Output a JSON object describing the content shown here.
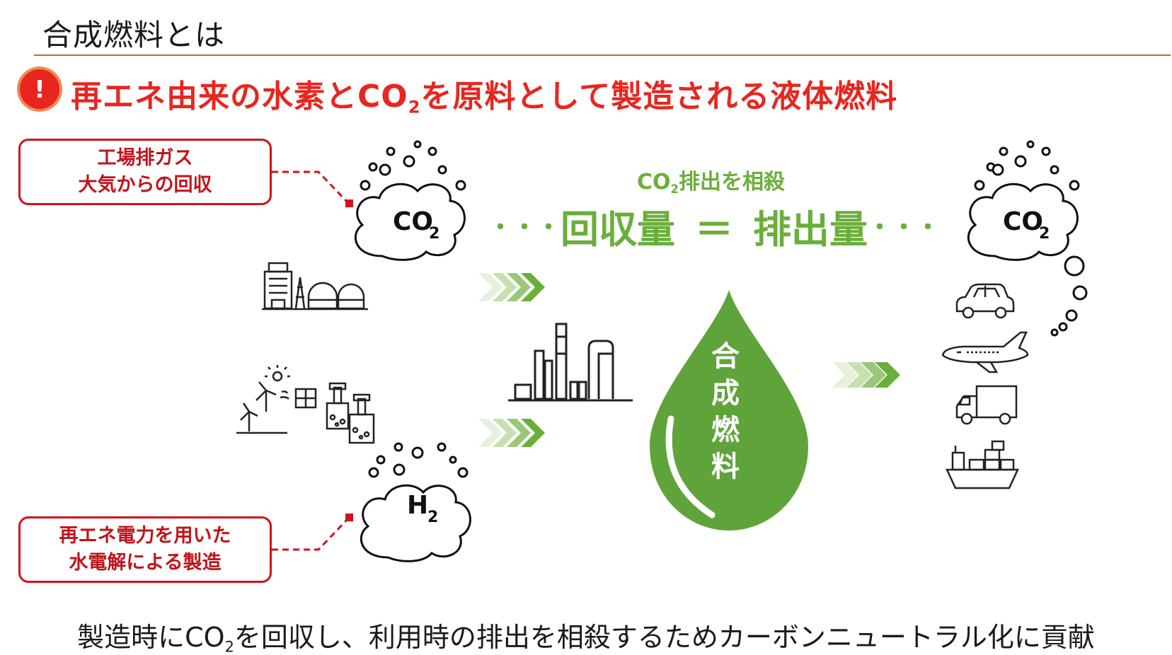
{
  "header": {
    "title": "合成燃料とは",
    "alert_icon_text": "!",
    "headline_before": "再エネ由来の水素とCO",
    "headline_sub": "2",
    "headline_after": "を原料として製造される液体燃料"
  },
  "sources": {
    "co2_line1": "工場排ガス",
    "co2_line2": "大気からの回収",
    "h2_line1": "再エネ電力を用いた",
    "h2_line2": "水電解による製造"
  },
  "clouds": {
    "co2_left": {
      "main": "CO",
      "sub": "2"
    },
    "h2": {
      "main": "H",
      "sub": "2"
    },
    "co2_right": {
      "main": "CO",
      "sub": "2"
    }
  },
  "balance": {
    "offset_main": "CO",
    "offset_sub": "2",
    "offset_rest": "排出を相殺",
    "dots_left": "・・・",
    "recovered": "回収量",
    "equals": "＝",
    "emitted": "排出量",
    "dots_right": "・・・"
  },
  "drop": {
    "c1": "合",
    "c2": "成",
    "c3": "燃",
    "c4": "料"
  },
  "footer": {
    "before": "製造時にCO",
    "sub": "2",
    "after": "を回収し、利用時の排出を相殺するためカーボンニュートラル化に貢献"
  },
  "colors": {
    "accent_red": "#e8261f",
    "box_red": "#d0121a",
    "green": "#6aaf3b",
    "drop_green": "#5fa43a",
    "rule_orange": "#e4572e"
  },
  "icons": [
    "factory-icon",
    "renewable-energy-icon",
    "electrolyzer-icon",
    "refinery-icon",
    "car-icon",
    "airplane-icon",
    "truck-icon",
    "ship-icon",
    "chevron-arrows-icon"
  ]
}
